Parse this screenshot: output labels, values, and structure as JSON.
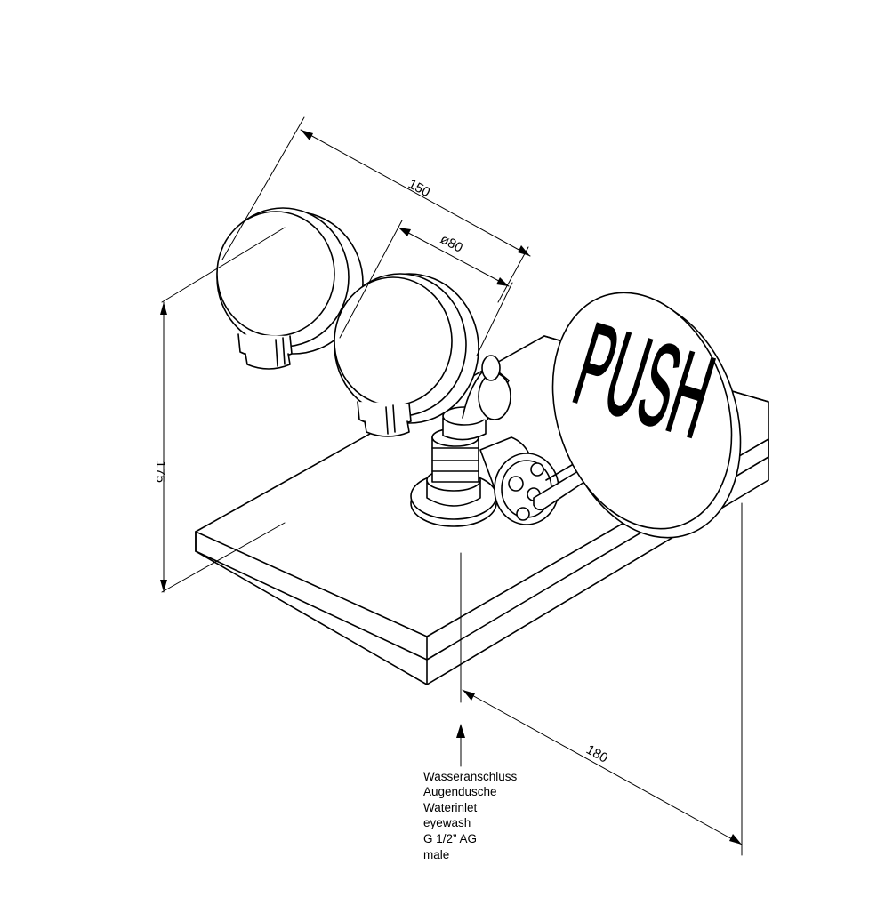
{
  "dimensions": {
    "width_total": "150",
    "diameter": "ø80",
    "height": "175",
    "depth": "180"
  },
  "push_label": "PUSH",
  "note_lines": [
    "Wasseranschluss",
    "Augendusche",
    "Waterinlet",
    "eyewash",
    "G 1/2”  AG",
    "male"
  ]
}
